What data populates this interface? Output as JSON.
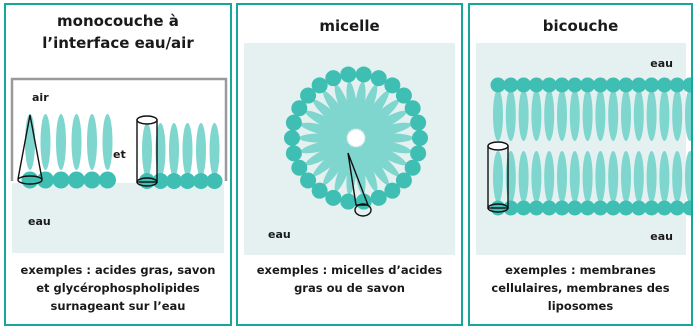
{
  "colors": {
    "accent": "#17a79a",
    "teal": "#3fbfb3",
    "water": "#e4f1f0",
    "tail": "#7fd6cf",
    "frame": "#9a9a9a"
  },
  "panels": [
    {
      "title_line1": "monocouche à",
      "title_line2": "l’interface eau/air",
      "label_air": "air",
      "label_et": "et",
      "label_water": "eau",
      "caption_line1": "exemples : acides gras, savon",
      "caption_line2": "et glycérophospholipides",
      "caption_line3": "surnageant sur l’eau"
    },
    {
      "title": "micelle",
      "label_water": "eau",
      "caption_line1": "exemples : micelles d’acides",
      "caption_line2": "gras ou de savon"
    },
    {
      "title": "bicouche",
      "label_water_top": "eau",
      "label_water_bottom": "eau",
      "caption_line1": "exemples : membranes",
      "caption_line2": "cellulaires, membranes des",
      "caption_line3": "liposomes"
    }
  ]
}
